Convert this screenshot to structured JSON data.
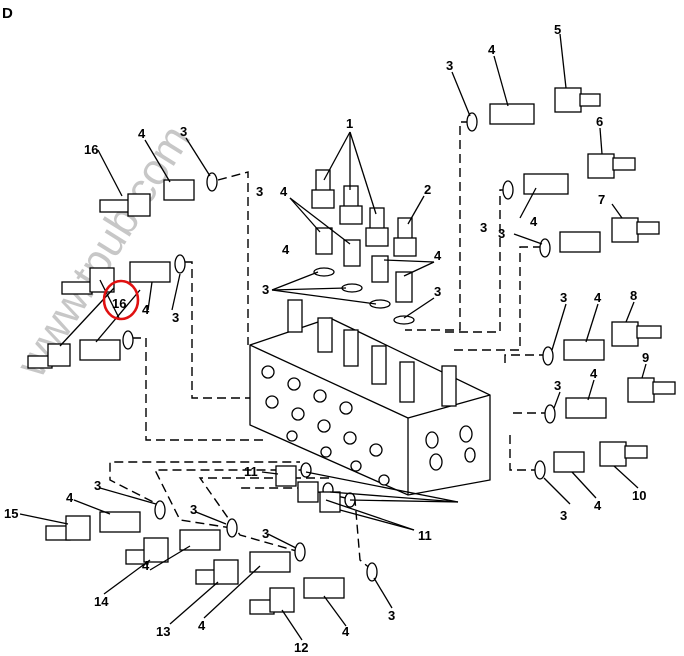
{
  "figure": {
    "corner_letter": "D",
    "watermark": "www.tpub.com"
  },
  "labels": {
    "n1": "1",
    "n2": "2",
    "n3a": "3",
    "n3b": "3",
    "n3c": "3",
    "n3d": "3",
    "n3e": "3",
    "n3f": "3",
    "n3g": "3",
    "n3h": "3",
    "n3i": "3",
    "n3j": "3",
    "n3k": "3",
    "n3l": "3",
    "n3m": "3",
    "n3n": "3",
    "n3o": "3",
    "n4a": "4",
    "n4b": "4",
    "n4c": "4",
    "n4d": "4",
    "n4e": "4",
    "n4f": "4",
    "n4g": "4",
    "n4h": "4",
    "n4i": "4",
    "n4j": "4",
    "n4k": "4",
    "n4l": "4",
    "n4m": "4",
    "n4n": "4",
    "n5": "5",
    "n6": "6",
    "n7": "7",
    "n8": "8",
    "n9": "9",
    "n10": "10",
    "n11a": "11",
    "n11b": "11",
    "n12": "12",
    "n13": "13",
    "n14": "14",
    "n15": "15",
    "n16a": "16",
    "n16b": "16"
  },
  "highlight": {
    "label": "16",
    "color": "#e01010"
  }
}
